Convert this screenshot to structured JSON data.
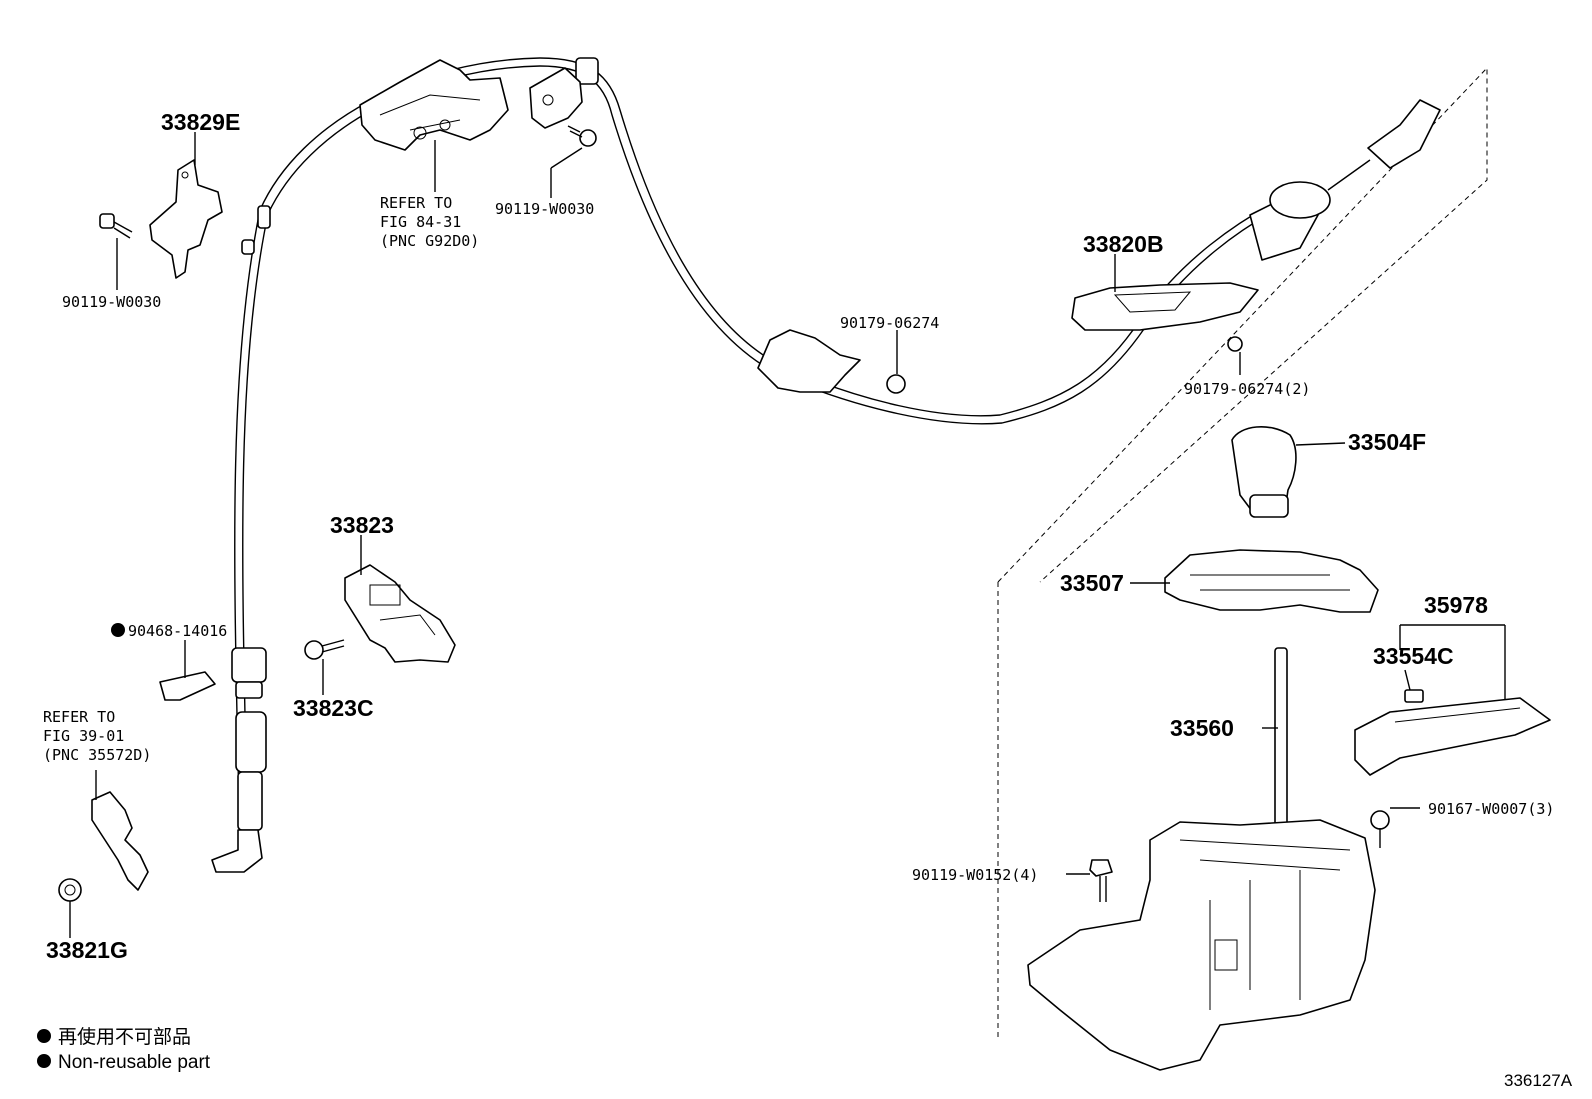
{
  "callouts": {
    "p33829E": "33829E",
    "p90119_W0030_left": "90119-W0030",
    "refer1_line1": "REFER TO",
    "refer1_line2": "FIG 84-31",
    "refer1_line3": "(PNC G92D0)",
    "p90119_W0030_top": "90119-W0030",
    "p33820B": "33820B",
    "p90179_06274": "90179-06274",
    "p90179_06274_2": "90179-06274(2)",
    "p33504F": "33504F",
    "p33823": "33823",
    "p90468_14016": "90468-14016",
    "p33823C": "33823C",
    "refer2_line1": "REFER TO",
    "refer2_line2": "FIG 39-01",
    "refer2_line3": "(PNC 35572D)",
    "p33821G": "33821G",
    "p33507": "33507",
    "p35978": "35978",
    "p33554C": "33554C",
    "p33560": "33560",
    "p90167_W0007_3": "90167-W0007(3)",
    "p90119_W0152_4": "90119-W0152(4)"
  },
  "legend": {
    "line1": "再使用不可部品",
    "line2": "Non-reusable part"
  },
  "figure_id": "336127A"
}
